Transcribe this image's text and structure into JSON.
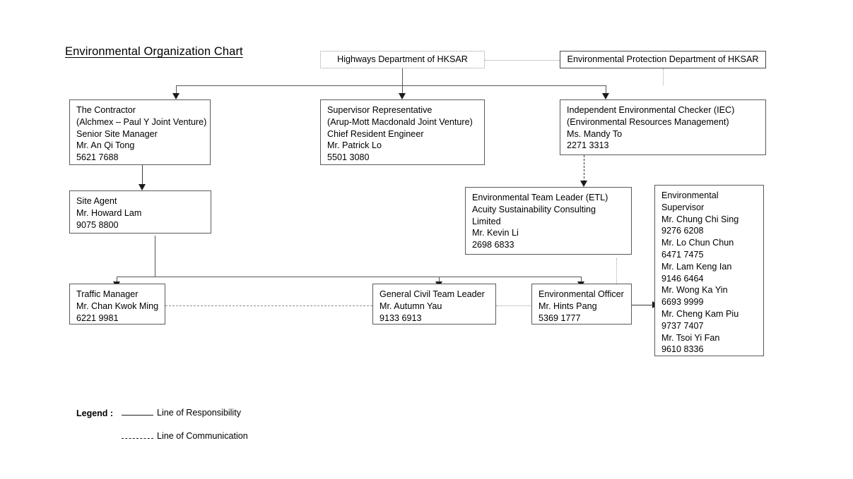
{
  "chart_data": {
    "type": "diagram",
    "title": "Environmental Organization Chart",
    "nodes": [
      {
        "id": "hyd",
        "lines": [
          "Highways Department of HKSAR"
        ]
      },
      {
        "id": "epd",
        "lines": [
          "Environmental Protection Department of HKSAR"
        ]
      },
      {
        "id": "contractor",
        "lines": [
          "The Contractor",
          "(Alchmex – Paul Y Joint Venture)",
          "Senior Site Manager",
          "Mr. An Qi Tong",
          "5621 7688"
        ]
      },
      {
        "id": "supervisor",
        "lines": [
          "Supervisor Representative",
          "(Arup-Mott Macdonald Joint Venture)",
          "Chief Resident Engineer",
          "Mr. Patrick Lo",
          "5501 3080"
        ]
      },
      {
        "id": "iec",
        "lines": [
          "Independent Environmental Checker (IEC)",
          "(Environmental Resources Management)",
          "Ms. Mandy To",
          "2271 3313"
        ]
      },
      {
        "id": "site-agent",
        "lines": [
          "Site Agent",
          "Mr. Howard Lam",
          "9075 8800"
        ]
      },
      {
        "id": "etl",
        "lines": [
          "Environmental Team Leader (ETL)",
          "Acuity Sustainability Consulting",
          "Limited",
          "Mr. Kevin Li",
          "2698 6833"
        ]
      },
      {
        "id": "env-supervisor",
        "lines": [
          "Environmental",
          "Supervisor",
          "Mr. Chung Chi Sing",
          "9276 6208",
          "Mr. Lo Chun Chun",
          "6471 7475",
          "Mr. Lam Keng Ian",
          "9146 6464",
          "Mr. Wong Ka Yin",
          "6693 9999",
          "Mr. Cheng Kam Piu",
          "9737 7407",
          "Mr. Tsoi Yi Fan",
          "9610 8336"
        ]
      },
      {
        "id": "traffic-manager",
        "lines": [
          "Traffic Manager",
          "Mr. Chan Kwok Ming",
          "6221 9981"
        ]
      },
      {
        "id": "gctl",
        "lines": [
          "General Civil Team Leader",
          "Mr. Autumn Yau",
          "9133 6913"
        ]
      },
      {
        "id": "env-officer",
        "lines": [
          "Environmental Officer",
          "Mr. Hints Pang",
          "5369 1777"
        ]
      }
    ],
    "edges": [
      {
        "from": "hyd",
        "to": "epd",
        "style": "communication"
      },
      {
        "from": "hyd",
        "to": "contractor",
        "style": "responsibility"
      },
      {
        "from": "hyd",
        "to": "supervisor",
        "style": "responsibility"
      },
      {
        "from": "epd",
        "to": "iec",
        "style": "responsibility"
      },
      {
        "from": "iec",
        "to": "etl",
        "style": "communication"
      },
      {
        "from": "contractor",
        "to": "site-agent",
        "style": "responsibility"
      },
      {
        "from": "site-agent",
        "to": "traffic-manager",
        "style": "responsibility"
      },
      {
        "from": "site-agent",
        "to": "gctl",
        "style": "responsibility"
      },
      {
        "from": "site-agent",
        "to": "env-officer",
        "style": "responsibility"
      },
      {
        "from": "traffic-manager",
        "to": "gctl",
        "style": "communication"
      },
      {
        "from": "gctl",
        "to": "env-officer",
        "style": "communication"
      },
      {
        "from": "etl",
        "to": "env-officer",
        "style": "communication"
      },
      {
        "from": "env-officer",
        "to": "env-supervisor",
        "style": "responsibility"
      }
    ],
    "legend": [
      {
        "style": "solid",
        "label": "Line of Responsibility"
      },
      {
        "style": "dashed",
        "label": "Line of Communication"
      }
    ]
  },
  "title": "Environmental Organization Chart",
  "boxes": {
    "hyd": {
      "l1": "Highways Department of HKSAR"
    },
    "epd": {
      "l1": "Environmental Protection Department of HKSAR"
    },
    "contractor": {
      "l1": "The Contractor",
      "l2": "(Alchmex – Paul Y Joint Venture)",
      "l3": "Senior Site Manager",
      "l4": "Mr. An Qi Tong",
      "l5": "5621 7688"
    },
    "supervisor": {
      "l1": "Supervisor Representative",
      "l2": "(Arup-Mott Macdonald Joint Venture)",
      "l3": "Chief Resident Engineer",
      "l4": "Mr. Patrick Lo",
      "l5": "5501 3080"
    },
    "iec": {
      "l1": "Independent Environmental Checker (IEC)",
      "l2": "(Environmental Resources Management)",
      "l3": "Ms. Mandy To",
      "l4": "2271 3313"
    },
    "site_agent": {
      "l1": "Site Agent",
      "l2": "Mr. Howard Lam",
      "l3": "9075 8800"
    },
    "etl": {
      "l1": "Environmental Team Leader (ETL)",
      "l2": "Acuity Sustainability Consulting",
      "l3": "Limited",
      "l4": "Mr. Kevin Li",
      "l5": "2698 6833"
    },
    "env_supervisor": {
      "l1": "Environmental",
      "l2": "Supervisor",
      "l3": "Mr. Chung Chi Sing",
      "l4": "9276 6208",
      "l5": "Mr. Lo Chun Chun",
      "l6": "6471 7475",
      "l7": "Mr. Lam Keng Ian",
      "l8": "9146 6464",
      "l9": "Mr. Wong Ka Yin",
      "l10": "6693 9999",
      "l11": "Mr. Cheng Kam Piu",
      "l12": "9737 7407",
      "l13": "Mr. Tsoi Yi Fan",
      "l14": "9610 8336"
    },
    "traffic_manager": {
      "l1": "Traffic Manager",
      "l2": "Mr. Chan Kwok Ming",
      "l3": "6221 9981"
    },
    "gctl": {
      "l1": "General Civil Team Leader",
      "l2": "Mr. Autumn Yau",
      "l3": "9133 6913"
    },
    "env_officer": {
      "l1": "Environmental Officer",
      "l2": "Mr. Hints Pang",
      "l3": "5369 1777"
    }
  },
  "legend": {
    "label": "Legend :",
    "responsibility": "Line of Responsibility",
    "communication": "Line of Communication"
  },
  "colors": {
    "box_border": "#5a5a5a",
    "line": "#3a3a3a",
    "arrow": "#1c1c1c",
    "dotted": "#9a9a9a",
    "text": "#000000",
    "background": "#ffffff"
  }
}
